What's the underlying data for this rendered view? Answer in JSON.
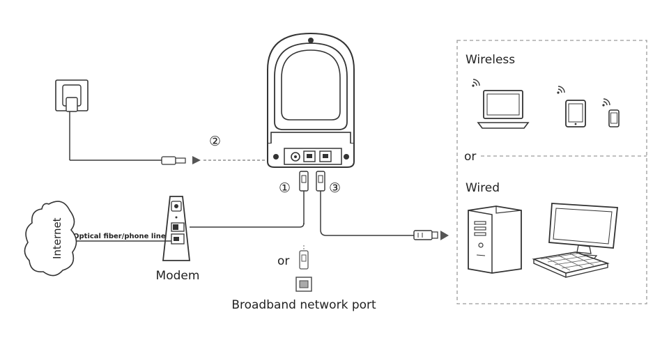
{
  "labels": {
    "wireless": "Wireless",
    "or_top": "or",
    "wired": "Wired",
    "modem": "Modem",
    "internet": "Internet",
    "fiber": "Optical fiber/phone line",
    "or_bottom": "or",
    "broadband": "Broadband network port",
    "step1": "①",
    "step2": "②",
    "step3": "③"
  },
  "icons": {
    "power": "power-adapter-icon",
    "router": "router-icon",
    "modem": "modem-icon",
    "cloud": "internet-cloud-icon",
    "laptop": "laptop-icon",
    "tablet": "tablet-icon",
    "phone": "phone-icon",
    "desktop": "desktop-computer-icon",
    "monitor": "monitor-icon",
    "keyboard": "keyboard-icon",
    "wifi": "wifi-signal-icon",
    "ethernet": "ethernet-plug-icon",
    "port": "network-port-icon"
  }
}
